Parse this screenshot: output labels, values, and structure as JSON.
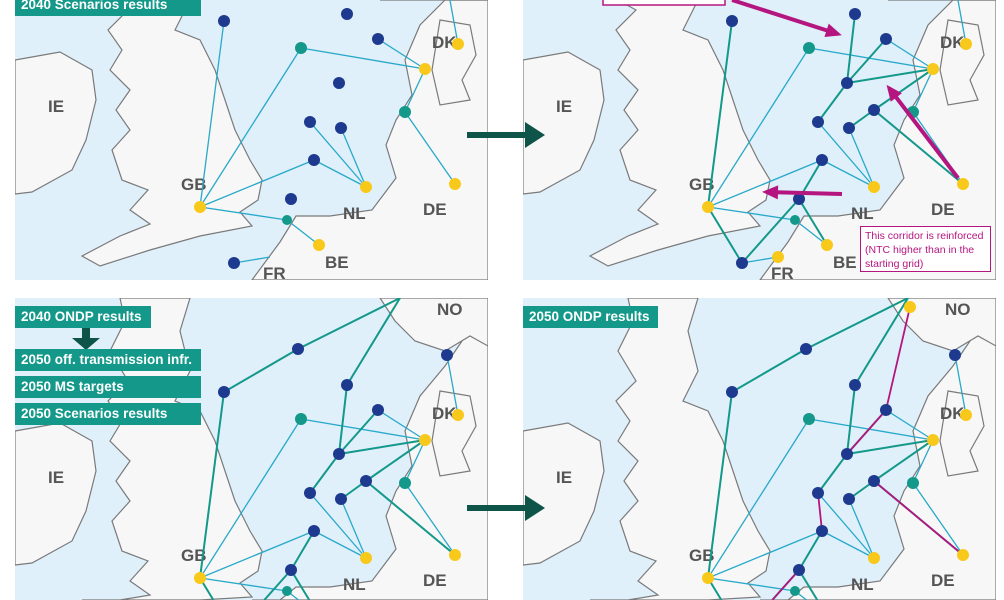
{
  "colors": {
    "sea": "#dff0fb",
    "land": "#f7f7f7",
    "coast": "#7a7a7a",
    "hub_navy": "#1d3a8f",
    "hub_teal": "#13988a",
    "country_yellow": "#f8c91a",
    "line_light": "#28a9c9",
    "line_dark": "#13988a",
    "line_new": "#b5157f",
    "arrow": "#0f5448",
    "box": "#13988a",
    "annotation": "#b5157f"
  },
  "countries": [
    "IE",
    "GB",
    "NL",
    "DE",
    "DK",
    "BE",
    "FR",
    "NO"
  ],
  "panels": {
    "top_left": {
      "title": "2040 Scenarios results"
    },
    "top_right": {
      "annotation": "This corridor is reinforced (NTC higher than in the starting grid)"
    },
    "bottom_left": {
      "steps": [
        "2040 ONDP results",
        "2050 off. transmission infr.",
        "2050 MS targets",
        "2050 Scenarios results"
      ]
    },
    "bottom_right": {
      "title": "2050 ONDP results"
    }
  }
}
